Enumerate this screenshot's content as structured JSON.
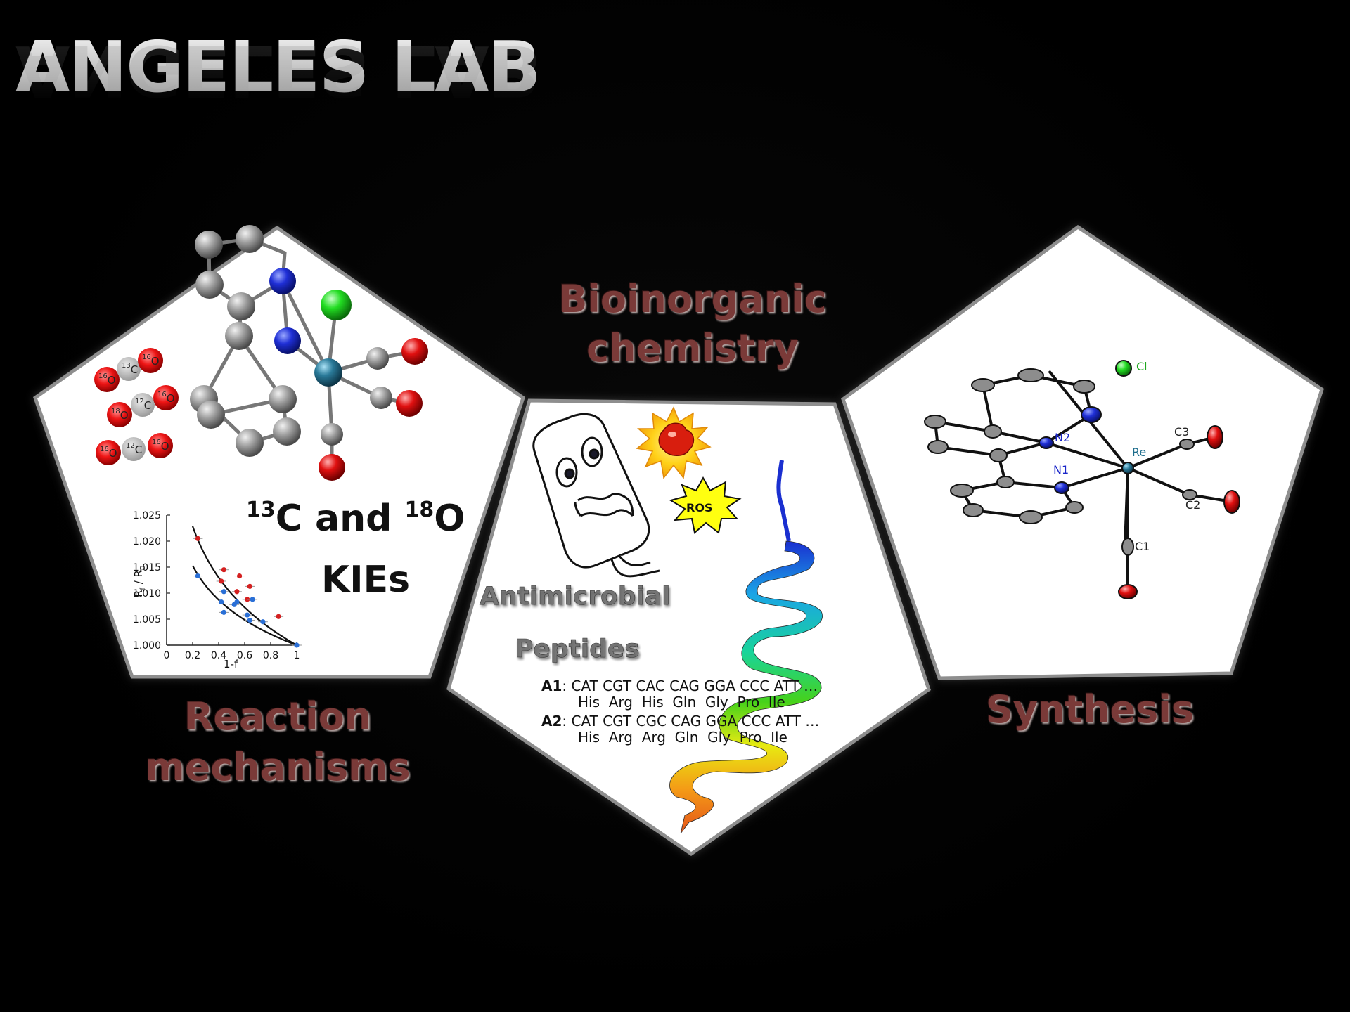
{
  "title": "ANGELES LAB",
  "sections": {
    "reaction": {
      "line1": "Reaction",
      "line2": "mechanisms"
    },
    "bio": {
      "line1": "Bioinorganic",
      "line2": "chemistry"
    },
    "synthesis": {
      "label": "Synthesis"
    }
  },
  "kie": {
    "caption_sup1": "13",
    "caption_c": "C and ",
    "caption_sup2": "18",
    "caption_o": "O",
    "caption_line2": "KIEs",
    "molecules": [
      {
        "left_mass": "16",
        "left": "O",
        "mid_mass": "13",
        "mid": "C",
        "right_mass": "16",
        "right": "O"
      },
      {
        "left_mass": "18",
        "left": "O",
        "mid_mass": "12",
        "mid": "C",
        "right_mass": "16",
        "right": "O"
      },
      {
        "left_mass": "16",
        "left": "O",
        "mid_mass": "12",
        "mid": "C",
        "right_mass": "16",
        "right": "O"
      }
    ]
  },
  "chart_data": {
    "type": "scatter",
    "x": [
      0,
      0.2,
      0.4,
      0.6,
      0.8,
      1
    ],
    "xlabel": "1-f",
    "ylabel_main": "R",
    "ylabel_sub1": "f",
    "ylabel_sep": " / R",
    "ylabel_sub2": "0",
    "yticks": [
      "1.025",
      "1.020",
      "1.015",
      "1.010",
      "1.005",
      "1.000"
    ],
    "xticks": [
      "0",
      "0.2",
      "0.4",
      "0.6",
      "0.8",
      "1"
    ],
    "xlim": [
      0,
      1
    ],
    "ylim": [
      1.0,
      1.025
    ],
    "series": [
      {
        "color": "#d42020",
        "points": [
          [
            0.24,
            1.0205
          ],
          [
            0.44,
            1.0145
          ],
          [
            0.42,
            1.0123
          ],
          [
            0.56,
            1.0133
          ],
          [
            0.64,
            1.0113
          ],
          [
            0.54,
            1.0103
          ],
          [
            0.62,
            1.0088
          ],
          [
            0.86,
            1.0055
          ]
        ]
      },
      {
        "color": "#2a6fd6",
        "points": [
          [
            0.24,
            1.0133
          ],
          [
            0.44,
            1.0103
          ],
          [
            0.42,
            1.0083
          ],
          [
            0.54,
            1.0083
          ],
          [
            0.66,
            1.0088
          ],
          [
            0.52,
            1.0078
          ],
          [
            0.44,
            1.0063
          ],
          [
            0.62,
            1.0058
          ],
          [
            0.74,
            1.0045
          ],
          [
            0.64,
            1.0048
          ],
          [
            1.0,
            1.0
          ]
        ]
      }
    ]
  },
  "antimicrobial": {
    "line1": "Antimicrobial",
    "line2": "Peptides",
    "ros": "ROS",
    "seq": [
      {
        "id": "A1",
        "codons": "CAT CGT CAC CAG GGA CCC ATT …",
        "aa": "His  Arg  His  Gln  Gly  Pro  Ile"
      },
      {
        "id": "A2",
        "codons": "CAT CGT CGC CAG GGA CCC ATT …",
        "aa": "His  Arg  Arg  Gln  Gly  Pro  Ile"
      }
    ]
  },
  "ortep": {
    "labels": {
      "cl": "Cl",
      "re": "Re",
      "n1": "N1",
      "n2": "N2",
      "c1": "C1",
      "c2": "C2",
      "c3": "C3"
    }
  },
  "colors": {
    "section_text": "#7a3a38",
    "panel_fill": "#ffffff",
    "panel_stroke": "#8e8e8e",
    "atom_carbon": "#8a8a8a",
    "atom_nitrogen": "#1a26c9",
    "atom_oxygen": "#d41515",
    "atom_chlorine": "#1fd11f",
    "atom_rhenium": "#1e6d8c"
  },
  "icons": [
    "bacterium-icon",
    "explosion-icon",
    "ros-burst-icon",
    "helix-ribbon-icon"
  ]
}
